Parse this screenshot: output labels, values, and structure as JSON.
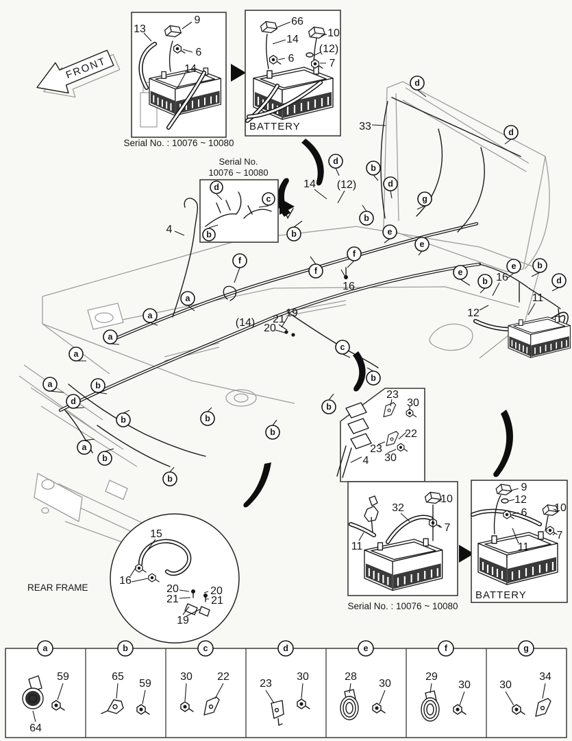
{
  "front_label": "FRONT",
  "inset_top_left": {
    "caption": "Serial No. : 10076 ~ 10080",
    "n13": "13",
    "n9": "9",
    "n6": "6",
    "n14": "14"
  },
  "inset_top_battery": {
    "caption": "BATTERY",
    "n66": "66",
    "n14": "14",
    "n10": "10",
    "n6": "6",
    "n12": "(12)",
    "n7": "7"
  },
  "inset_serial": {
    "title_line1": "Serial No.",
    "title_line2": "10076 ~ 10080",
    "d": "d",
    "c": "c",
    "b": "b"
  },
  "main_labels": {
    "n33": "33",
    "n4": "4",
    "n14": "14",
    "n12p": "(12)",
    "n16a": "16",
    "n14p": "(14)",
    "n19": "19",
    "n21": "21",
    "n20": "20",
    "n16b": "16",
    "n12": "12",
    "n11": "11"
  },
  "inset_connector": {
    "n23a": "23",
    "n30a": "30",
    "n22": "22",
    "n23b": "23",
    "n30b": "30",
    "n4": "4"
  },
  "inset_bottom_serial": {
    "caption": "Serial No. : 10076 ~ 10080",
    "n32": "32",
    "n10": "10",
    "n7": "7",
    "n11": "11"
  },
  "inset_bottom_battery": {
    "caption": "BATTERY",
    "n9": "9",
    "n12": "12",
    "n6": "6",
    "n10": "10",
    "n7": "7",
    "n11": "11"
  },
  "rear_frame": {
    "caption": "REAR FRAME",
    "n15": "15",
    "n16": "16",
    "n20a": "20",
    "n21a": "21",
    "n20b": "20",
    "n21b": "21",
    "n19": "19"
  },
  "callouts": [
    {
      "letter": "d"
    },
    {
      "letter": "d"
    },
    {
      "letter": "b"
    },
    {
      "letter": "d"
    },
    {
      "letter": "b"
    },
    {
      "letter": "b"
    },
    {
      "letter": "d"
    },
    {
      "letter": "g"
    },
    {
      "letter": "e"
    },
    {
      "letter": "e"
    },
    {
      "letter": "f"
    },
    {
      "letter": "f"
    },
    {
      "letter": "f"
    },
    {
      "letter": "e"
    },
    {
      "letter": "e"
    },
    {
      "letter": "b"
    },
    {
      "letter": "b"
    },
    {
      "letter": "d"
    },
    {
      "letter": "a"
    },
    {
      "letter": "a"
    },
    {
      "letter": "a"
    },
    {
      "letter": "a"
    },
    {
      "letter": "a"
    },
    {
      "letter": "b"
    },
    {
      "letter": "d"
    },
    {
      "letter": "b"
    },
    {
      "letter": "a"
    },
    {
      "letter": "b"
    },
    {
      "letter": "b"
    },
    {
      "letter": "b"
    },
    {
      "letter": "b"
    },
    {
      "letter": "c"
    },
    {
      "letter": "b"
    },
    {
      "letter": "b"
    }
  ],
  "legend": {
    "cells": [
      {
        "letter": "a",
        "parts": [
          "59",
          "64"
        ]
      },
      {
        "letter": "b",
        "parts": [
          "65",
          "59"
        ]
      },
      {
        "letter": "c",
        "parts": [
          "30",
          "22"
        ]
      },
      {
        "letter": "d",
        "parts": [
          "23",
          "30"
        ]
      },
      {
        "letter": "e",
        "parts": [
          "28",
          "30"
        ]
      },
      {
        "letter": "f",
        "parts": [
          "29",
          "30"
        ]
      },
      {
        "letter": "g",
        "parts": [
          "30",
          "34"
        ]
      }
    ]
  }
}
